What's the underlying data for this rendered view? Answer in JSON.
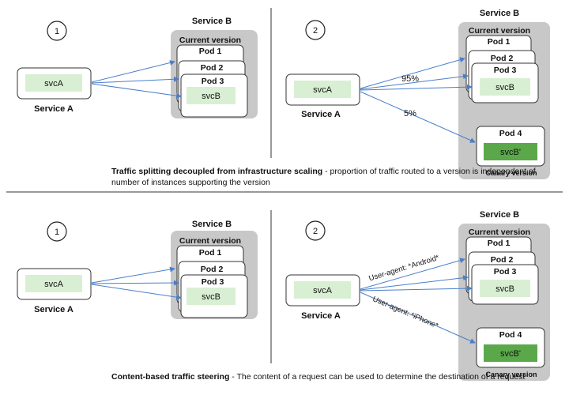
{
  "top": {
    "left": {
      "step": "1",
      "service_a_label": "Service A",
      "svc_a": "svcA",
      "service_b_label": "Service B",
      "current_version": "Current version",
      "pods": [
        "Pod 1",
        "Pod 2",
        "Pod 3"
      ],
      "svc_b": "svcB"
    },
    "right": {
      "step": "2",
      "service_a_label": "Service A",
      "svc_a": "svcA",
      "service_b_label": "Service B",
      "current_version": "Current version",
      "pods": [
        "Pod 1",
        "Pod 2",
        "Pod 3"
      ],
      "svc_b": "svcB",
      "pod4": "Pod 4",
      "svc_b_prime": "svcB'",
      "canary_version": "Canary version",
      "pct_95": "95%",
      "pct_5": "5%"
    },
    "caption_bold": "Traffic splitting decoupled from infrastructure scaling",
    "caption_rest": " - proportion of traffic routed to a version is independent of number of instances supporting the version"
  },
  "bottom": {
    "left": {
      "step": "1",
      "service_a_label": "Service A",
      "svc_a": "svcA",
      "service_b_label": "Service B",
      "current_version": "Current version",
      "pods": [
        "Pod 1",
        "Pod 2",
        "Pod 3"
      ],
      "svc_b": "svcB"
    },
    "right": {
      "step": "2",
      "service_a_label": "Service A",
      "svc_a": "svcA",
      "service_b_label": "Service B",
      "current_version": "Current version",
      "pods": [
        "Pod 1",
        "Pod 2",
        "Pod 3"
      ],
      "svc_b": "svcB",
      "pod4": "Pod 4",
      "svc_b_prime": "svcB'",
      "canary_version": "Canary version",
      "rule_android": "User-agent: *Android*",
      "rule_iphone": "User-agent: *iPhone*"
    },
    "caption_bold": "Content-based traffic steering",
    "caption_rest": " - The content of a request can be used to determine the destination of a request"
  },
  "colors": {
    "group_bg": "#c8c8c8",
    "svc_light": "#d9efd3",
    "svc_dark": "#5aa84a",
    "arrow": "#4a7fc9",
    "divider": "#333333"
  }
}
